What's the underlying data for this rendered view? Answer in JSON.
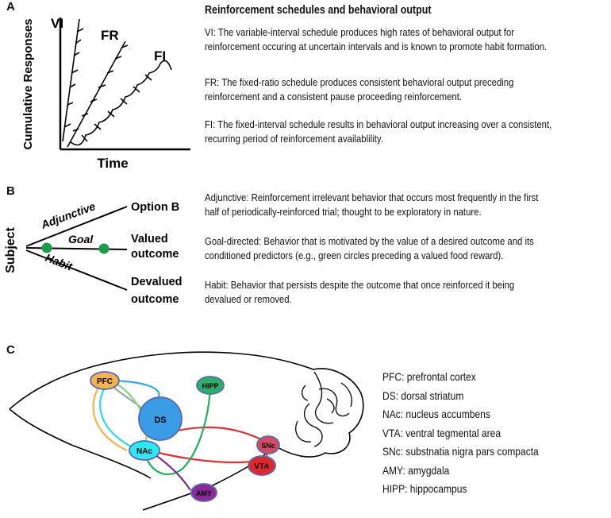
{
  "panel_a": {
    "letter": "A",
    "y_axis_label": "Cumulative Responses",
    "x_axis_label": "Time",
    "curve_labels": {
      "vi": "VI",
      "fr": "FR",
      "fi": "FI"
    },
    "heading": "Reinforcement schedules and behavioral output",
    "descriptions": {
      "vi": [
        "VI: The variable-interval schedule produces high rates of behavioral output for",
        "reinforcement occuring at uncertain intervals and is known to promote habit formation."
      ],
      "fr": [
        "FR: The fixed-ratio schedule produces consistent behavioral output preceding",
        "reinforcement and a consistent pause proceeding reinforcement."
      ],
      "fi": [
        "FI: The fixed-interval schedule results in behavioral output increasing over a consistent,",
        "recurring period of reinforcement availablility."
      ]
    }
  },
  "panel_b": {
    "letter": "B",
    "subject_label": "Subject",
    "path_labels": {
      "adjunctive": "Adjunctive",
      "goal": "Goal",
      "habit": "Habit"
    },
    "outcomes": {
      "option_b": "Option B",
      "valued": [
        "Valued",
        "outcome"
      ],
      "devalued": [
        "Devalued",
        "outcome"
      ]
    },
    "descriptions": {
      "adjunctive": [
        "Adjunctive: Reinforcement irrelevant behavior that occurs most frequently in the first",
        "half of periodically-reinforced trial; thought to be exploratory in nature."
      ],
      "goal": [
        "Goal-directed: Behavior that is motivated by the value of a desired outcome and its",
        "conditioned predictors (e.g., green circles preceding a valued food reward)."
      ],
      "habit": [
        "Habit: Behavior that persists despite the outcome that once reinforced it being",
        "devalued or removed."
      ]
    },
    "colors": {
      "goal_circle": "#1a9c4a"
    }
  },
  "panel_c": {
    "letter": "C",
    "regions": {
      "pfc": {
        "label": "PFC",
        "color": "#f4b350"
      },
      "ds": {
        "label": "DS",
        "color": "#3a9be6"
      },
      "nac": {
        "label": "NAc",
        "color": "#2de8f2"
      },
      "hipp": {
        "label": "HIPP",
        "color": "#2ab06a"
      },
      "snc": {
        "label": "SNc",
        "color": "#d64b64"
      },
      "vta": {
        "label": "VTA",
        "color": "#e0262e"
      },
      "amy": {
        "label": "AMY",
        "color": "#8d2a9a"
      }
    },
    "legend": [
      "PFC: prefrontal cortex",
      "DS: dorsal striatum",
      "NAc: nucleus accumbens",
      "VTA: ventral tegmental area",
      "SNc: substnatia nigra pars compacta",
      "AMY: amygdala",
      "HIPP: hippocampus"
    ]
  }
}
